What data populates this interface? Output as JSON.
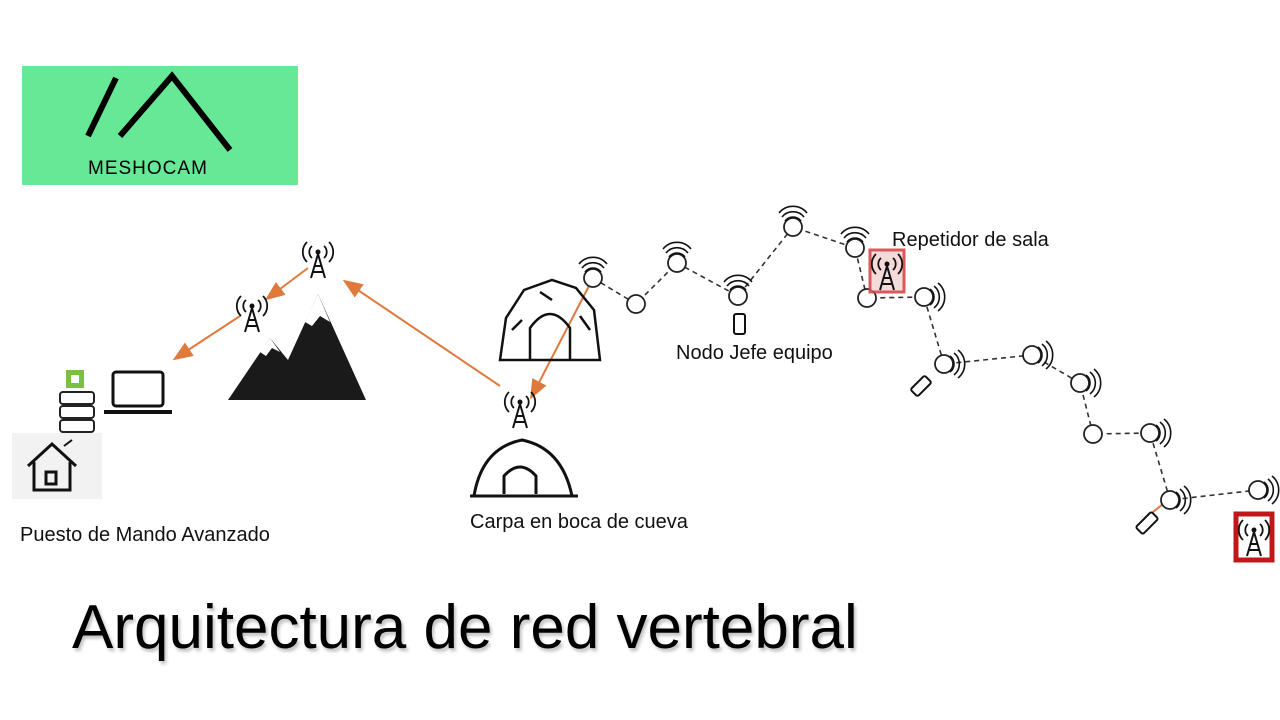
{
  "title": "Arquitectura de red vertebral",
  "logo": {
    "wordmark": "MESHOCAM",
    "bg_color": "#66e896"
  },
  "labels": {
    "base": "Puesto de Mando Avanzado",
    "tent": "Carpa en boca de cueva",
    "chief": "Nodo Jefe equipo",
    "repeater": "Repetidor de sala"
  },
  "colors": {
    "link_arrow": "#e07a3c",
    "mesh_link": "#333333",
    "highlight": "#d44a4a",
    "highlight_strong": "#c01818"
  },
  "icons": [
    "house-icon",
    "server-icon",
    "chip-icon",
    "laptop-icon",
    "mountain-icon",
    "antenna-tower-icon",
    "cave-icon",
    "tent-icon",
    "phone-icon",
    "radio-node-icon"
  ]
}
